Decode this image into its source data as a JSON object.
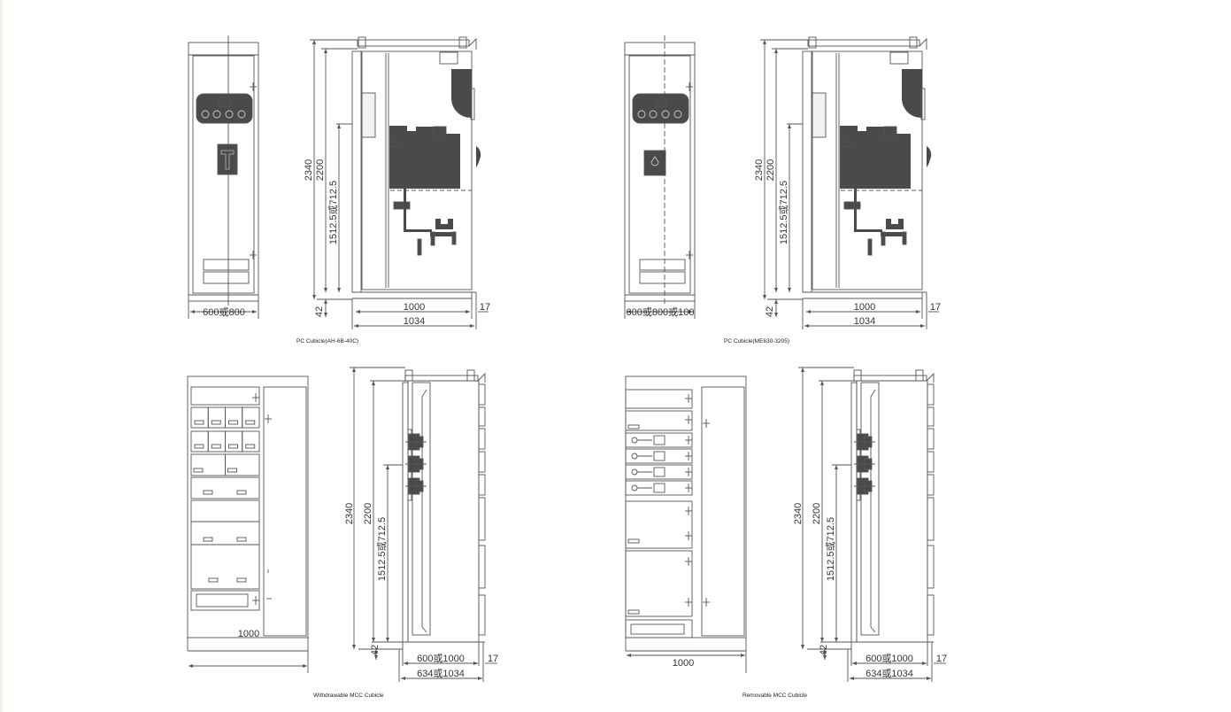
{
  "panels": [
    {
      "caption": "PC Cubicle(AH-6B-40C)",
      "front_width": "600或800",
      "height_total": "2340",
      "height_inner": "2200",
      "height_mid": "1512.5或712.5",
      "base": "42",
      "depth_inner": "1000",
      "depth_outer": "1034",
      "offset": "17"
    },
    {
      "caption": "PC Cubicle(ME630-3205)",
      "front_width": "600或800或100",
      "height_total": "2340",
      "height_inner": "2200",
      "height_mid": "1512.5或712.5",
      "base": "42",
      "depth_inner": "1000",
      "depth_outer": "1034",
      "offset": "17"
    },
    {
      "caption": "Withdrawable MCC Cubicle",
      "front_width": "1000",
      "height_total": "2340",
      "height_inner": "2200",
      "height_mid": "1512.5或712.5",
      "base": "42",
      "depth_inner": "600或1000",
      "depth_outer": "634或1034",
      "offset": "17"
    },
    {
      "caption": "Removable MCC Cubicle",
      "front_width": "1000",
      "height_total": "2340",
      "height_inner": "2200",
      "height_mid": "1512.5或712.5",
      "base": "42",
      "depth_inner": "600或1000",
      "depth_outer": "634或1034",
      "offset": "17"
    }
  ],
  "colors": {
    "line": "#555555",
    "fill_dark": "#4a4a4a",
    "background": "#ffffff"
  }
}
